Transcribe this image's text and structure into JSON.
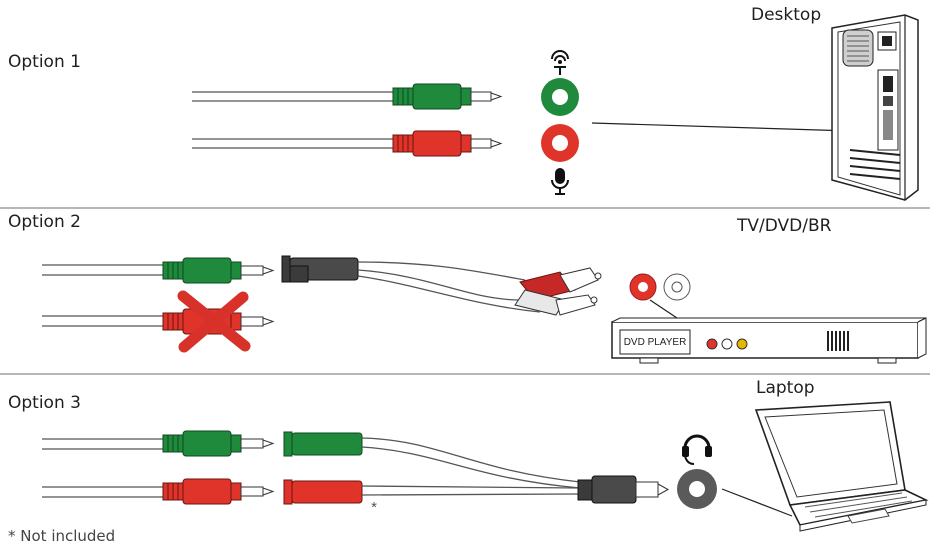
{
  "options": [
    {
      "label": "Option 1",
      "device_label": "Desktop"
    },
    {
      "label": "Option 2",
      "device_label": "TV/DVD/BR"
    },
    {
      "label": "Option 3",
      "device_label": "Laptop"
    }
  ],
  "dvd_player_text": "DVD PLAYER",
  "footnote_marker": "*",
  "footnote": "* Not included",
  "icons": [
    "headphone-icon",
    "microphone-icon",
    "headset-icon",
    "red-x-icon"
  ],
  "colors": {
    "green_plug": "#1f8a3c",
    "red_plug": "#e0342a",
    "grey_plug": "#4a4a4a",
    "yellow_jack": "#e5b800"
  }
}
